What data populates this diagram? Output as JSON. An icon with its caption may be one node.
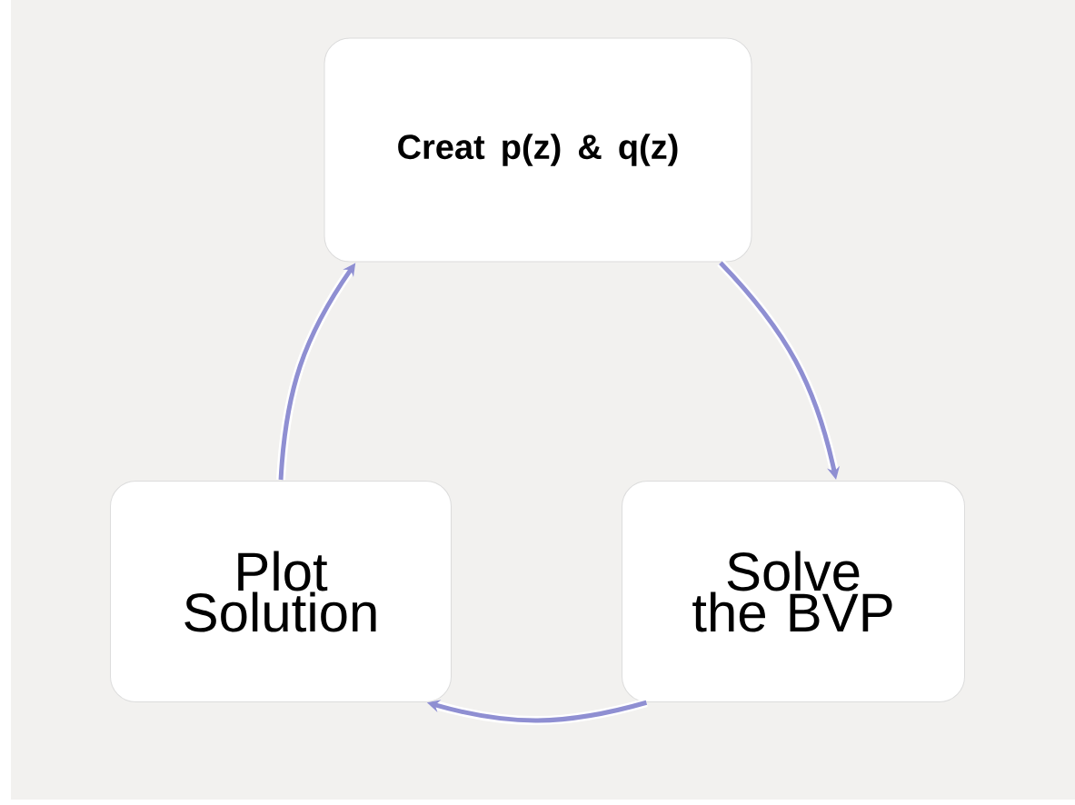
{
  "diagram": {
    "nodes": [
      {
        "text": [
          "Creat p(z) & q(z)"
        ]
      },
      {
        "text": [
          "Solve the BVP"
        ]
      },
      {
        "text": [
          "Plot Solution"
        ]
      }
    ],
    "edges": [
      {
        "from": 0,
        "to": 1,
        "arrow": "to"
      },
      {
        "from": 1,
        "to": 2,
        "arrow": "to"
      },
      {
        "from": 2,
        "to": 0,
        "arrow": "to"
      }
    ]
  }
}
